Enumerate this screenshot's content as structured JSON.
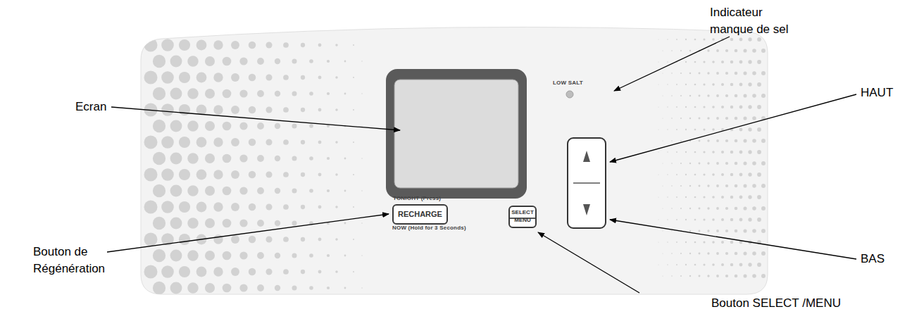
{
  "diagram": {
    "nodes": [
      {
        "text": [
          "TONIGHT (Press)",
          "NOW (Hold for 3 Seconds)",
          "LOW SALT"
        ]
      },
      {
        "text": [
          "RECHARGE"
        ],
        "in": 0
      },
      {
        "text": [
          "SELECT MENU"
        ],
        "in": 0
      }
    ],
    "labels": [
      "Indicateur manque de sel",
      "Ecran",
      "HAUT",
      "Bouton de Régénération",
      "BAS",
      "Bouton SELECT /MENU"
    ]
  }
}
